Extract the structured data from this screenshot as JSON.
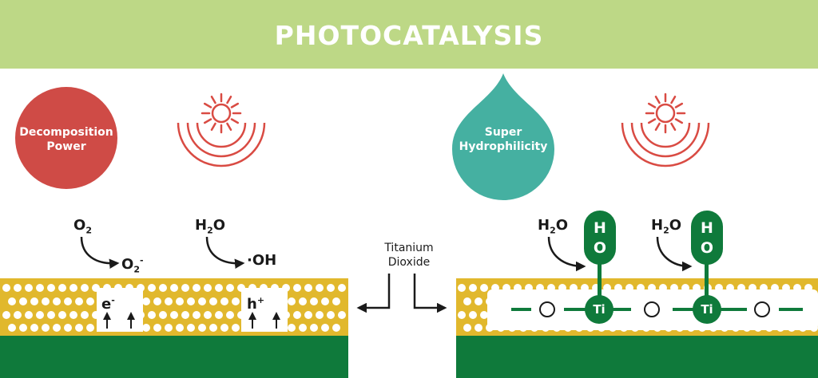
{
  "title": "PHOTOCATALYSIS",
  "left_panel": {
    "badge_line1": "Decomposition",
    "badge_line2": "Power",
    "o2": "O",
    "o2_sub": "2",
    "o2_minus": "O",
    "o2_minus_sub": "2",
    "o2_minus_sup": "-",
    "h2o": "H",
    "h2o_sub": "2",
    "h2o_tail": "O",
    "oh": "·OH",
    "electron": "e",
    "electron_sup": "-",
    "hole": "h",
    "hole_sup": "+"
  },
  "center": {
    "line1": "Titanium",
    "line2": "Dioxide"
  },
  "right_panel": {
    "badge_line1": "Super",
    "badge_line2": "Hydrophilicity",
    "h2o": "H",
    "h2o_sub": "2",
    "h2o_tail": "O",
    "pill_top": "H",
    "pill_bottom": "O",
    "ti": "Ti"
  },
  "colors": {
    "banner": "#bdd886",
    "decomposition": "#cf4b46",
    "hydrophilicity": "#45b0a1",
    "sun": "#d94b43",
    "gold": "#e1b82d",
    "green": "#0f7a3b"
  },
  "icons": [
    "sun-icon",
    "arrow-icon"
  ]
}
